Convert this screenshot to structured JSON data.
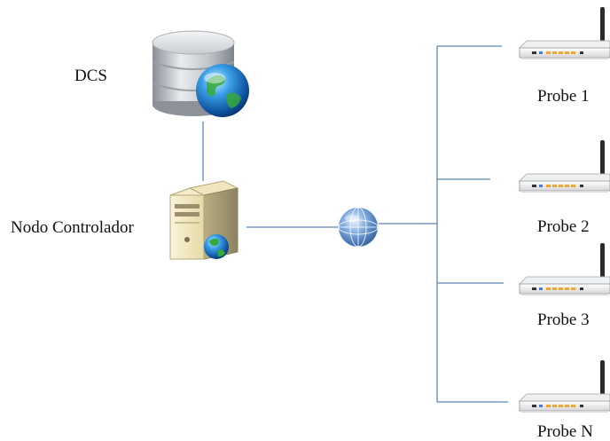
{
  "nodes": {
    "dcs": {
      "label": "DCS",
      "icon": "database-globe-icon"
    },
    "controller": {
      "label": "Nodo Controlador",
      "icon": "server-globe-icon"
    },
    "network": {
      "icon": "globe-network-icon"
    },
    "probes": [
      {
        "label": "Probe 1",
        "icon": "wireless-router-icon"
      },
      {
        "label": "Probe 2",
        "icon": "wireless-router-icon"
      },
      {
        "label": "Probe 3",
        "icon": "wireless-router-icon"
      },
      {
        "label": "Probe N",
        "icon": "wireless-router-icon"
      }
    ]
  },
  "colors": {
    "connector": "#5b87b6",
    "background": "#ffffff"
  }
}
